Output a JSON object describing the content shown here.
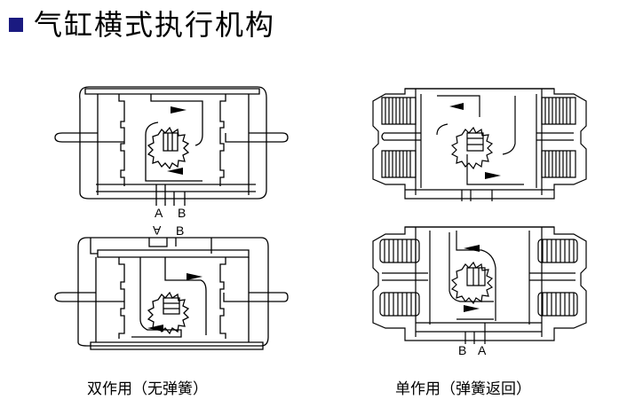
{
  "header": {
    "title": "气缸横式执行机构",
    "bullet_color": "#1a1a80"
  },
  "diagrams": {
    "double_acting": {
      "caption": "双作用（无弹簧）",
      "top_ports": {
        "a": "A",
        "b": "B"
      },
      "bottom_ports": {
        "a": "A",
        "b": "B"
      }
    },
    "single_acting": {
      "caption": "单作用（弹簧返回）",
      "bottom_ports": {
        "b": "B",
        "a": "A"
      }
    }
  }
}
